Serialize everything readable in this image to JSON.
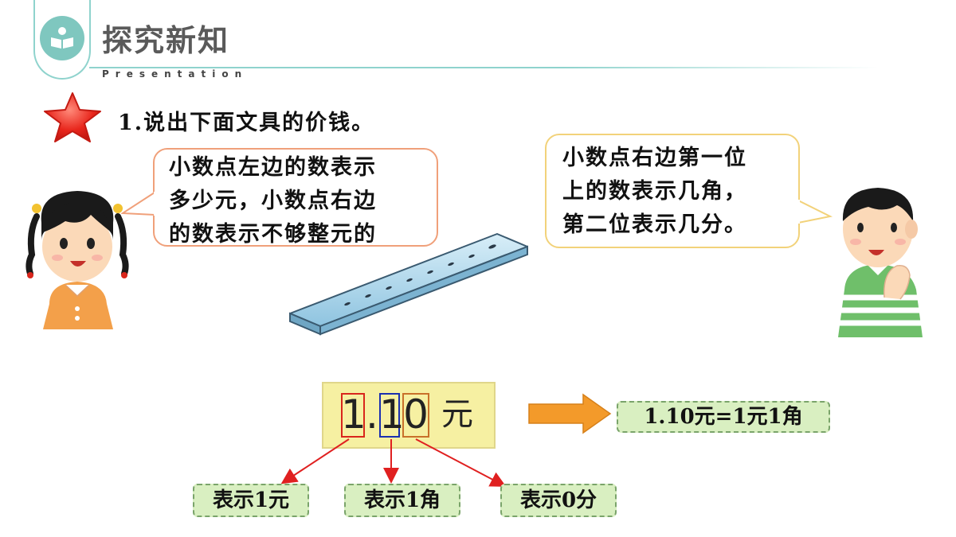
{
  "header": {
    "title": "探究新知",
    "subtitle": "Presentation",
    "icon": "reading-icon"
  },
  "question": {
    "text": "1.说出下面文具的价钱。",
    "icon": "star-icon"
  },
  "bubble_left": {
    "text": "小数点左边的数表示\n多少元，小数点右边\n的数表示不够整元的"
  },
  "bubble_right": {
    "text": "小数点右边第一位\n上的数表示几角，\n第二位表示几分。"
  },
  "price": {
    "digit1": "1",
    "point": ".",
    "digit2": "1",
    "digit3": "0",
    "unit": "元"
  },
  "result": {
    "text": "1.10元=1元1角"
  },
  "labels": {
    "yuan": "表示1元",
    "jiao": "表示1角",
    "fen": "表示0分"
  },
  "colors": {
    "box_red": "#d9261c",
    "box_blue": "#1a2fb0",
    "box_orange": "#c8702a",
    "arrow_red": "#e02020",
    "arrow_orange": "#f39a2a",
    "label_fill": "#d9efc1",
    "header_teal": "#7fc7bf"
  }
}
